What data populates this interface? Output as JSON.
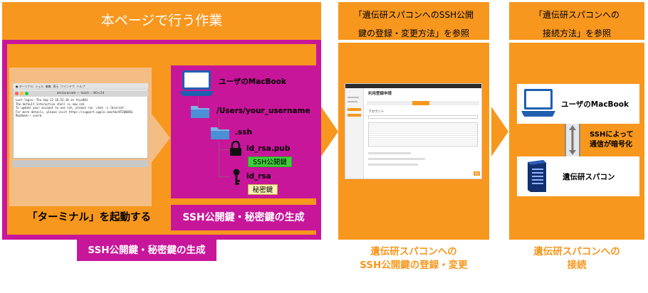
{
  "panel1": {
    "header": "本ページで行う作業",
    "terminal_label": "「ターミナル」を起動する",
    "keygen_label": "SSH公開鍵・秘密鍵の生成",
    "bottom_label": "SSH公開鍵・秘密鍵の生成",
    "terminal": {
      "menu": [
        "ターミナル",
        "シェル",
        "編集",
        "表示",
        "ウインドウ",
        "ヘルプ"
      ],
      "title": "atsiiaranate -- -bash -- 80×24",
      "lines": [
        "Last login: Thu Sep 12 16:52:18 on ttys001",
        "",
        "The default interactive shell is now zsh.",
        "To update your account to use zsh, please run `chsh -s /bin/zsh`.",
        "For more details, please visit https://support.apple.com/kb/HT208050.",
        "MacBook:~ user$"
      ]
    },
    "tree": {
      "computer": "ユーザのMacBook",
      "home": "/Users/your_username",
      "ssh_dir": ".ssh",
      "pub_file": "id_rsa.pub",
      "pub_badge": "SSH公開鍵",
      "priv_file": "id_rsa",
      "priv_badge": "秘密鍵"
    }
  },
  "panel2": {
    "header_lines": [
      "「遺伝研スパコンへのSSH公開",
      "鍵の登録・変更方法」を参照"
    ],
    "bottom_lines": [
      "遺伝研スパコンへの",
      "SSH公開鍵の登録・変更"
    ],
    "web": {
      "title": "利用登録申請",
      "section": "アカウント",
      "button": "登録"
    }
  },
  "panel3": {
    "header_lines": [
      "「遺伝研スパコンへの",
      "接続方法」を参照"
    ],
    "computer": "ユーザのMacBook",
    "channel_lines": [
      "SSHによって",
      "通信が暗号化"
    ],
    "server": "遺伝研スパコン",
    "bottom_lines": [
      "遺伝研スパコンへの",
      "接続"
    ]
  },
  "colors": {
    "orange": "#f7971e",
    "magenta": "#c8169a",
    "peach": "#f4bd83",
    "green": "#3fcf3a",
    "badge_yellow": "#fff2b5"
  }
}
